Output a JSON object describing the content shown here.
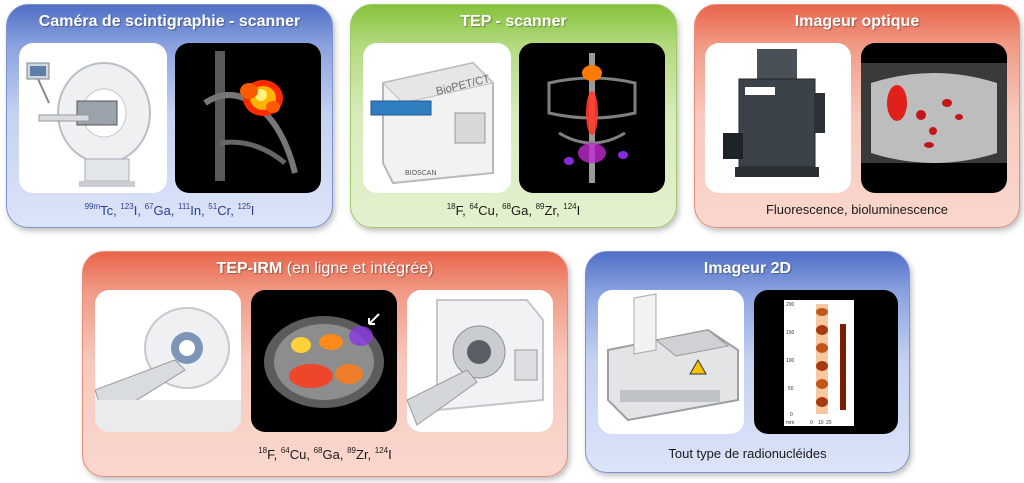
{
  "panels": {
    "scinti": {
      "title": "Caméra de scintigraphie - scanner",
      "caption_parts": [
        {
          "sup": "99m",
          "txt": "Tc, "
        },
        {
          "sup": "123",
          "txt": "I, "
        },
        {
          "sup": "67",
          "txt": "Ga, "
        },
        {
          "sup": "111",
          "txt": "In, "
        },
        {
          "sup": "51",
          "txt": "Cr, "
        },
        {
          "sup": "125",
          "txt": "I"
        }
      ]
    },
    "tep": {
      "title": "TEP - scanner",
      "device_label": "BioPET/CT",
      "brand_label": "BIOSCAN",
      "caption_parts": [
        {
          "sup": "18",
          "txt": "F, "
        },
        {
          "sup": "64",
          "txt": "Cu, "
        },
        {
          "sup": "68",
          "txt": "Ga, "
        },
        {
          "sup": "89",
          "txt": "Zr, "
        },
        {
          "sup": "124",
          "txt": "I"
        }
      ]
    },
    "optique": {
      "title": "Imageur optique",
      "caption": "Fluorescence, bioluminescence"
    },
    "tepirm": {
      "title_bold": "TEP-IRM",
      "title_light": "(en ligne et intégrée)",
      "caption_parts": [
        {
          "sup": "18",
          "txt": "F, "
        },
        {
          "sup": "64",
          "txt": "Cu, "
        },
        {
          "sup": "68",
          "txt": "Ga, "
        },
        {
          "sup": "89",
          "txt": "Zr, "
        },
        {
          "sup": "124",
          "txt": "I"
        }
      ]
    },
    "imageur2d": {
      "title": "Imageur 2D",
      "caption": "Tout type de radionucléides",
      "axis_ticks_y": [
        "200",
        "150",
        "100",
        "50",
        "0"
      ],
      "axis_ticks_x": [
        "mm",
        "0",
        "10",
        "20"
      ]
    }
  },
  "colors": {
    "blue_panel": "#4f6fc6",
    "green_panel": "#86c23c",
    "red_panel": "#e8654b"
  }
}
